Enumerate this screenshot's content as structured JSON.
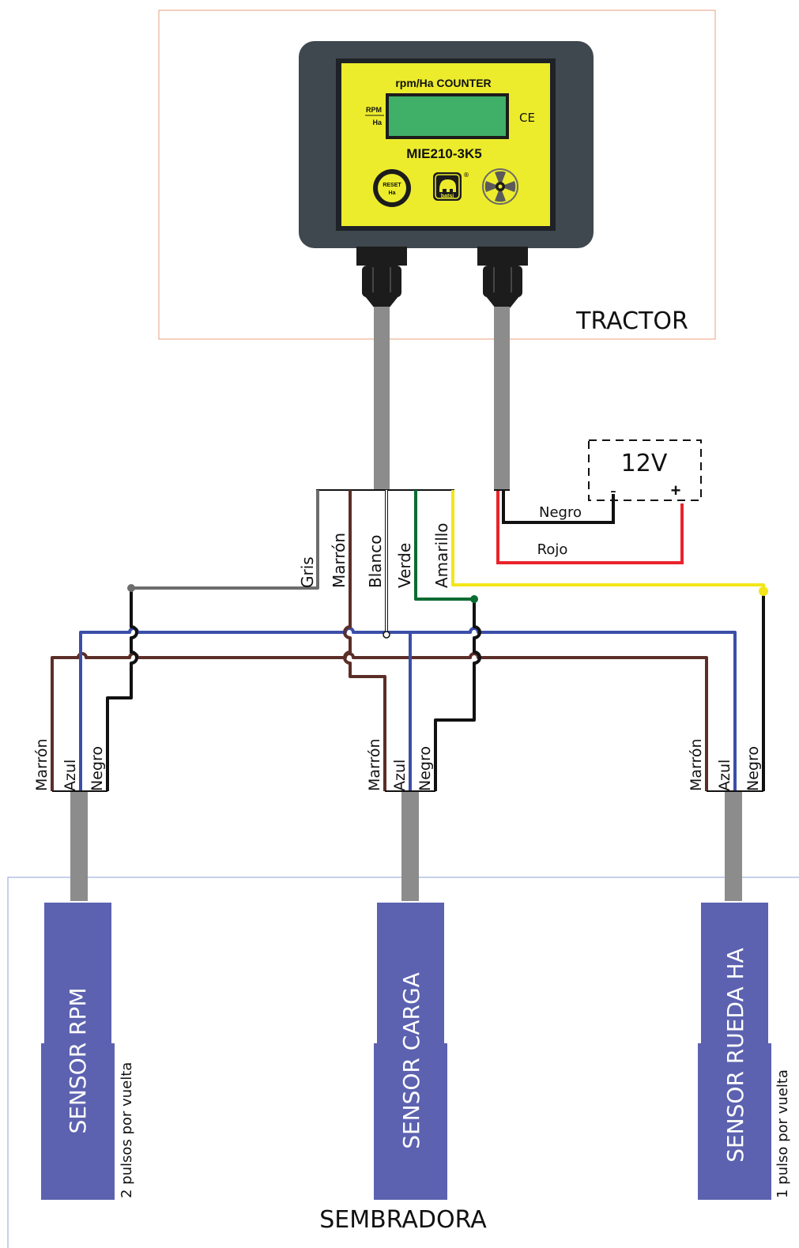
{
  "zones": {
    "tractor": "TRACTOR",
    "sembradora": "SEMBRADORA"
  },
  "device": {
    "title": "rpm/Ha COUNTER",
    "model": "MIE210-3K5",
    "lcd_top_label": "RPM",
    "lcd_bottom_label": "Ha",
    "ce_mark": "CE",
    "reset_top": "RESET",
    "reset_bottom": "Ha",
    "brand": "batsi",
    "registered": "®",
    "button_icon": "reset-button-icon",
    "brand_icon": "elephant-logo-icon",
    "fan_icon": "fan-icon"
  },
  "power": {
    "label": "12V",
    "minus": "-",
    "plus": "+",
    "negro": "Negro",
    "rojo": "Rojo"
  },
  "main_cable_wires": {
    "gris": "Gris",
    "marron": "Marrón",
    "blanco": "Blanco",
    "verde": "Verde",
    "amarillo": "Amarillo"
  },
  "sensor_wires": {
    "marron": "Marrón",
    "azul": "Azul",
    "negro": "Negro"
  },
  "sensors": {
    "rpm": {
      "name": "SENSOR RPM",
      "note": "2 pulsos por vuelta"
    },
    "carga": {
      "name": "SENSOR CARGA"
    },
    "rueda": {
      "name": "SENSOR RUEDA HA",
      "note": "1 pulso por vuelta"
    }
  },
  "colors": {
    "gris": "#6d6d6d",
    "marron": "#5c2e28",
    "azul": "#3b4fa8",
    "negro": "#111111",
    "verde": "#0c6b32",
    "amarillo": "#f2e61a",
    "rojo": "#e8242a",
    "blanco": "#ffffff",
    "cable": "#8c8c8c",
    "sensor": "#5c62b0",
    "tractor_border": "#e8a080",
    "sembradora_border": "#8ea0d4",
    "housing": "#3f474f",
    "faceplate": "#ecec2c",
    "lcd": "#40b068"
  }
}
